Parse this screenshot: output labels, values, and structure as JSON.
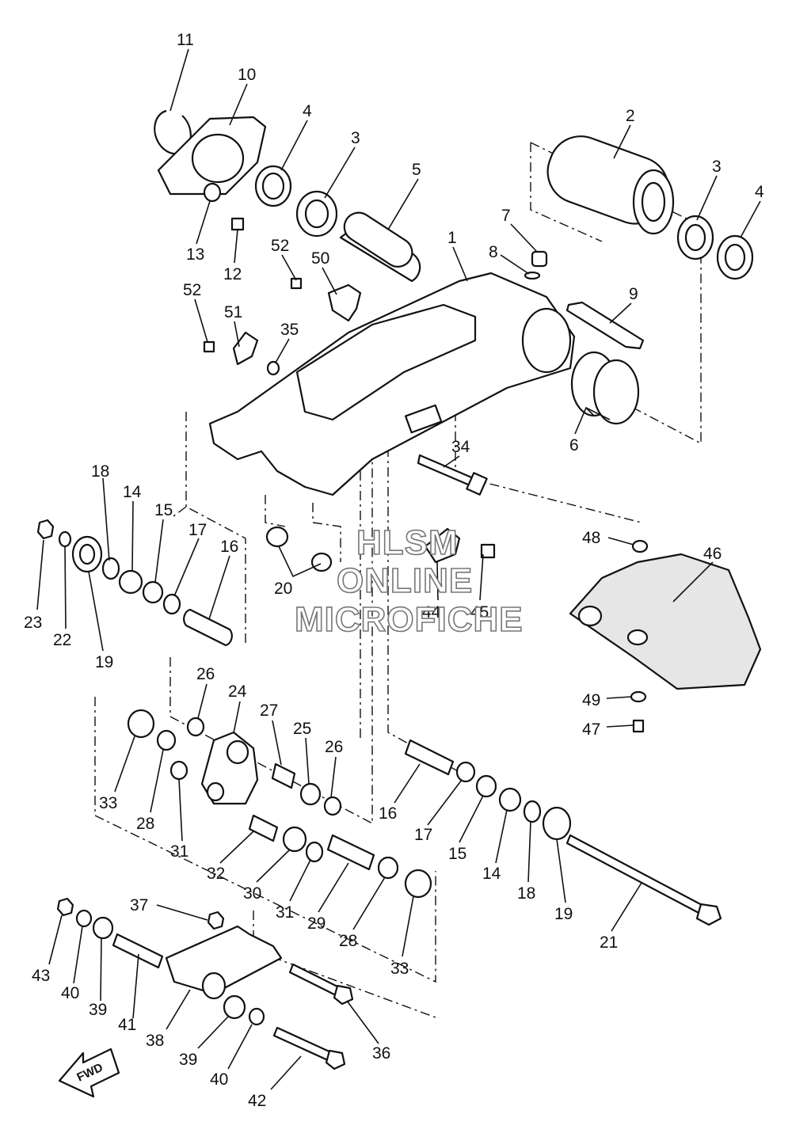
{
  "watermark": {
    "line1": "HLSM",
    "line2": "ONLINE",
    "line3": "MICROFICHE"
  },
  "fwd_badge": "FWD",
  "callouts": [
    "11",
    "10",
    "4",
    "3",
    "2",
    "3",
    "4",
    "5",
    "1",
    "7",
    "8",
    "9",
    "52",
    "50",
    "13",
    "12",
    "52",
    "51",
    "35",
    "6",
    "34",
    "18",
    "14",
    "15",
    "17",
    "16",
    "48",
    "46",
    "20",
    "44",
    "45",
    "23",
    "22",
    "19",
    "26",
    "24",
    "27",
    "25",
    "26",
    "49",
    "47",
    "33",
    "28",
    "31",
    "16",
    "17",
    "15",
    "14",
    "18",
    "19",
    "32",
    "30",
    "31",
    "29",
    "28",
    "33",
    "21",
    "37",
    "43",
    "40",
    "39",
    "41",
    "38",
    "39",
    "40",
    "36",
    "42"
  ]
}
